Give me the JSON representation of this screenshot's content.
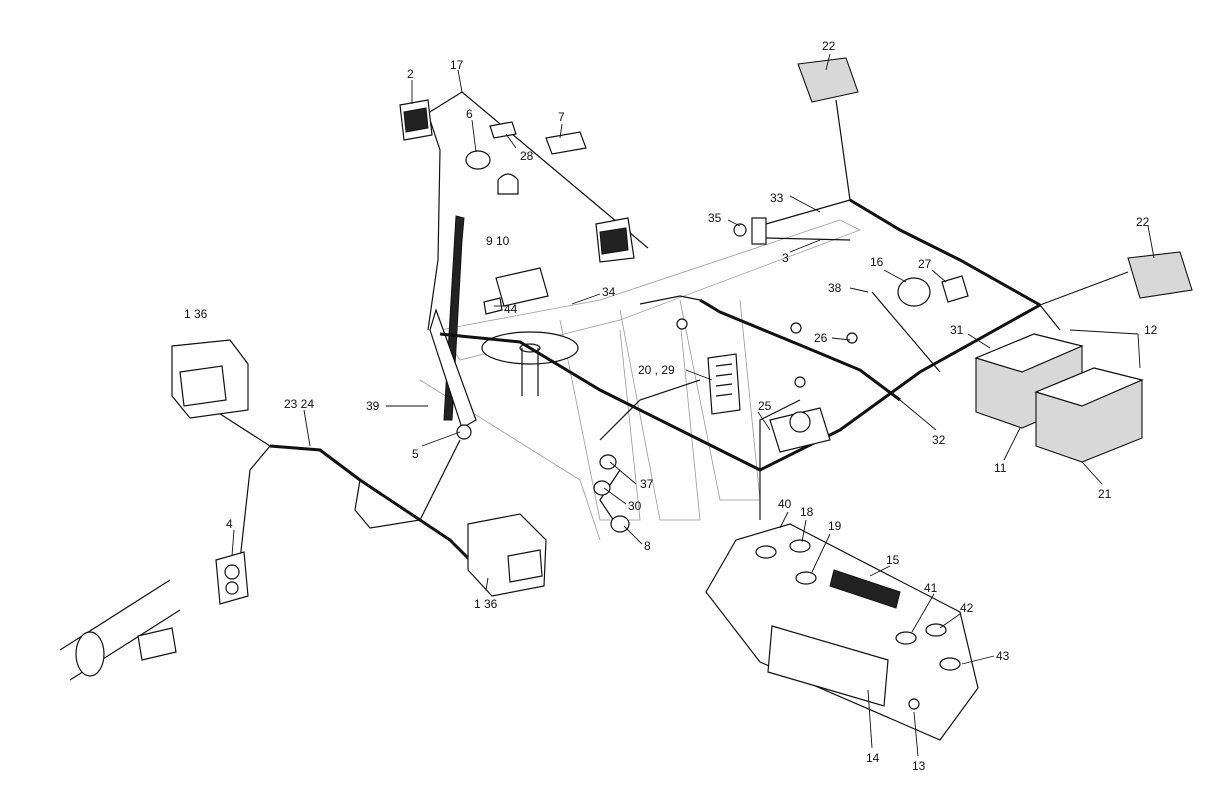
{
  "callouts": [
    {
      "id": "c2",
      "text": "2"
    },
    {
      "id": "c17",
      "text": "17"
    },
    {
      "id": "c6",
      "text": "6"
    },
    {
      "id": "c7",
      "text": "7"
    },
    {
      "id": "c28",
      "text": "28"
    },
    {
      "id": "c9_10",
      "text": "9 10"
    },
    {
      "id": "c34",
      "text": "34"
    },
    {
      "id": "c44",
      "text": "44"
    },
    {
      "id": "c1_36_top",
      "text": "1 36"
    },
    {
      "id": "c23_24",
      "text": "23 24"
    },
    {
      "id": "c39",
      "text": "39"
    },
    {
      "id": "c5",
      "text": "5"
    },
    {
      "id": "c4",
      "text": "4"
    },
    {
      "id": "c1_36_bottom",
      "text": "1 36"
    },
    {
      "id": "c22_top",
      "text": "22"
    },
    {
      "id": "c33",
      "text": "33"
    },
    {
      "id": "c35",
      "text": "35"
    },
    {
      "id": "c3",
      "text": "3"
    },
    {
      "id": "c22_right",
      "text": "22"
    },
    {
      "id": "c16",
      "text": "16"
    },
    {
      "id": "c27",
      "text": "27"
    },
    {
      "id": "c38",
      "text": "38"
    },
    {
      "id": "c31",
      "text": "31"
    },
    {
      "id": "c12",
      "text": "12"
    },
    {
      "id": "c26",
      "text": "26"
    },
    {
      "id": "c20_29",
      "text": "20 , 29"
    },
    {
      "id": "c25",
      "text": "25"
    },
    {
      "id": "c32",
      "text": "32"
    },
    {
      "id": "c11",
      "text": "11"
    },
    {
      "id": "c21",
      "text": "21"
    },
    {
      "id": "c37",
      "text": "37"
    },
    {
      "id": "c30",
      "text": "30"
    },
    {
      "id": "c8",
      "text": "8"
    },
    {
      "id": "c40",
      "text": "40"
    },
    {
      "id": "c18",
      "text": "18"
    },
    {
      "id": "c19",
      "text": "19"
    },
    {
      "id": "c15",
      "text": "15"
    },
    {
      "id": "c41",
      "text": "41"
    },
    {
      "id": "c42",
      "text": "42"
    },
    {
      "id": "c43",
      "text": "43"
    },
    {
      "id": "c14",
      "text": "14"
    },
    {
      "id": "c13",
      "text": "13"
    }
  ]
}
